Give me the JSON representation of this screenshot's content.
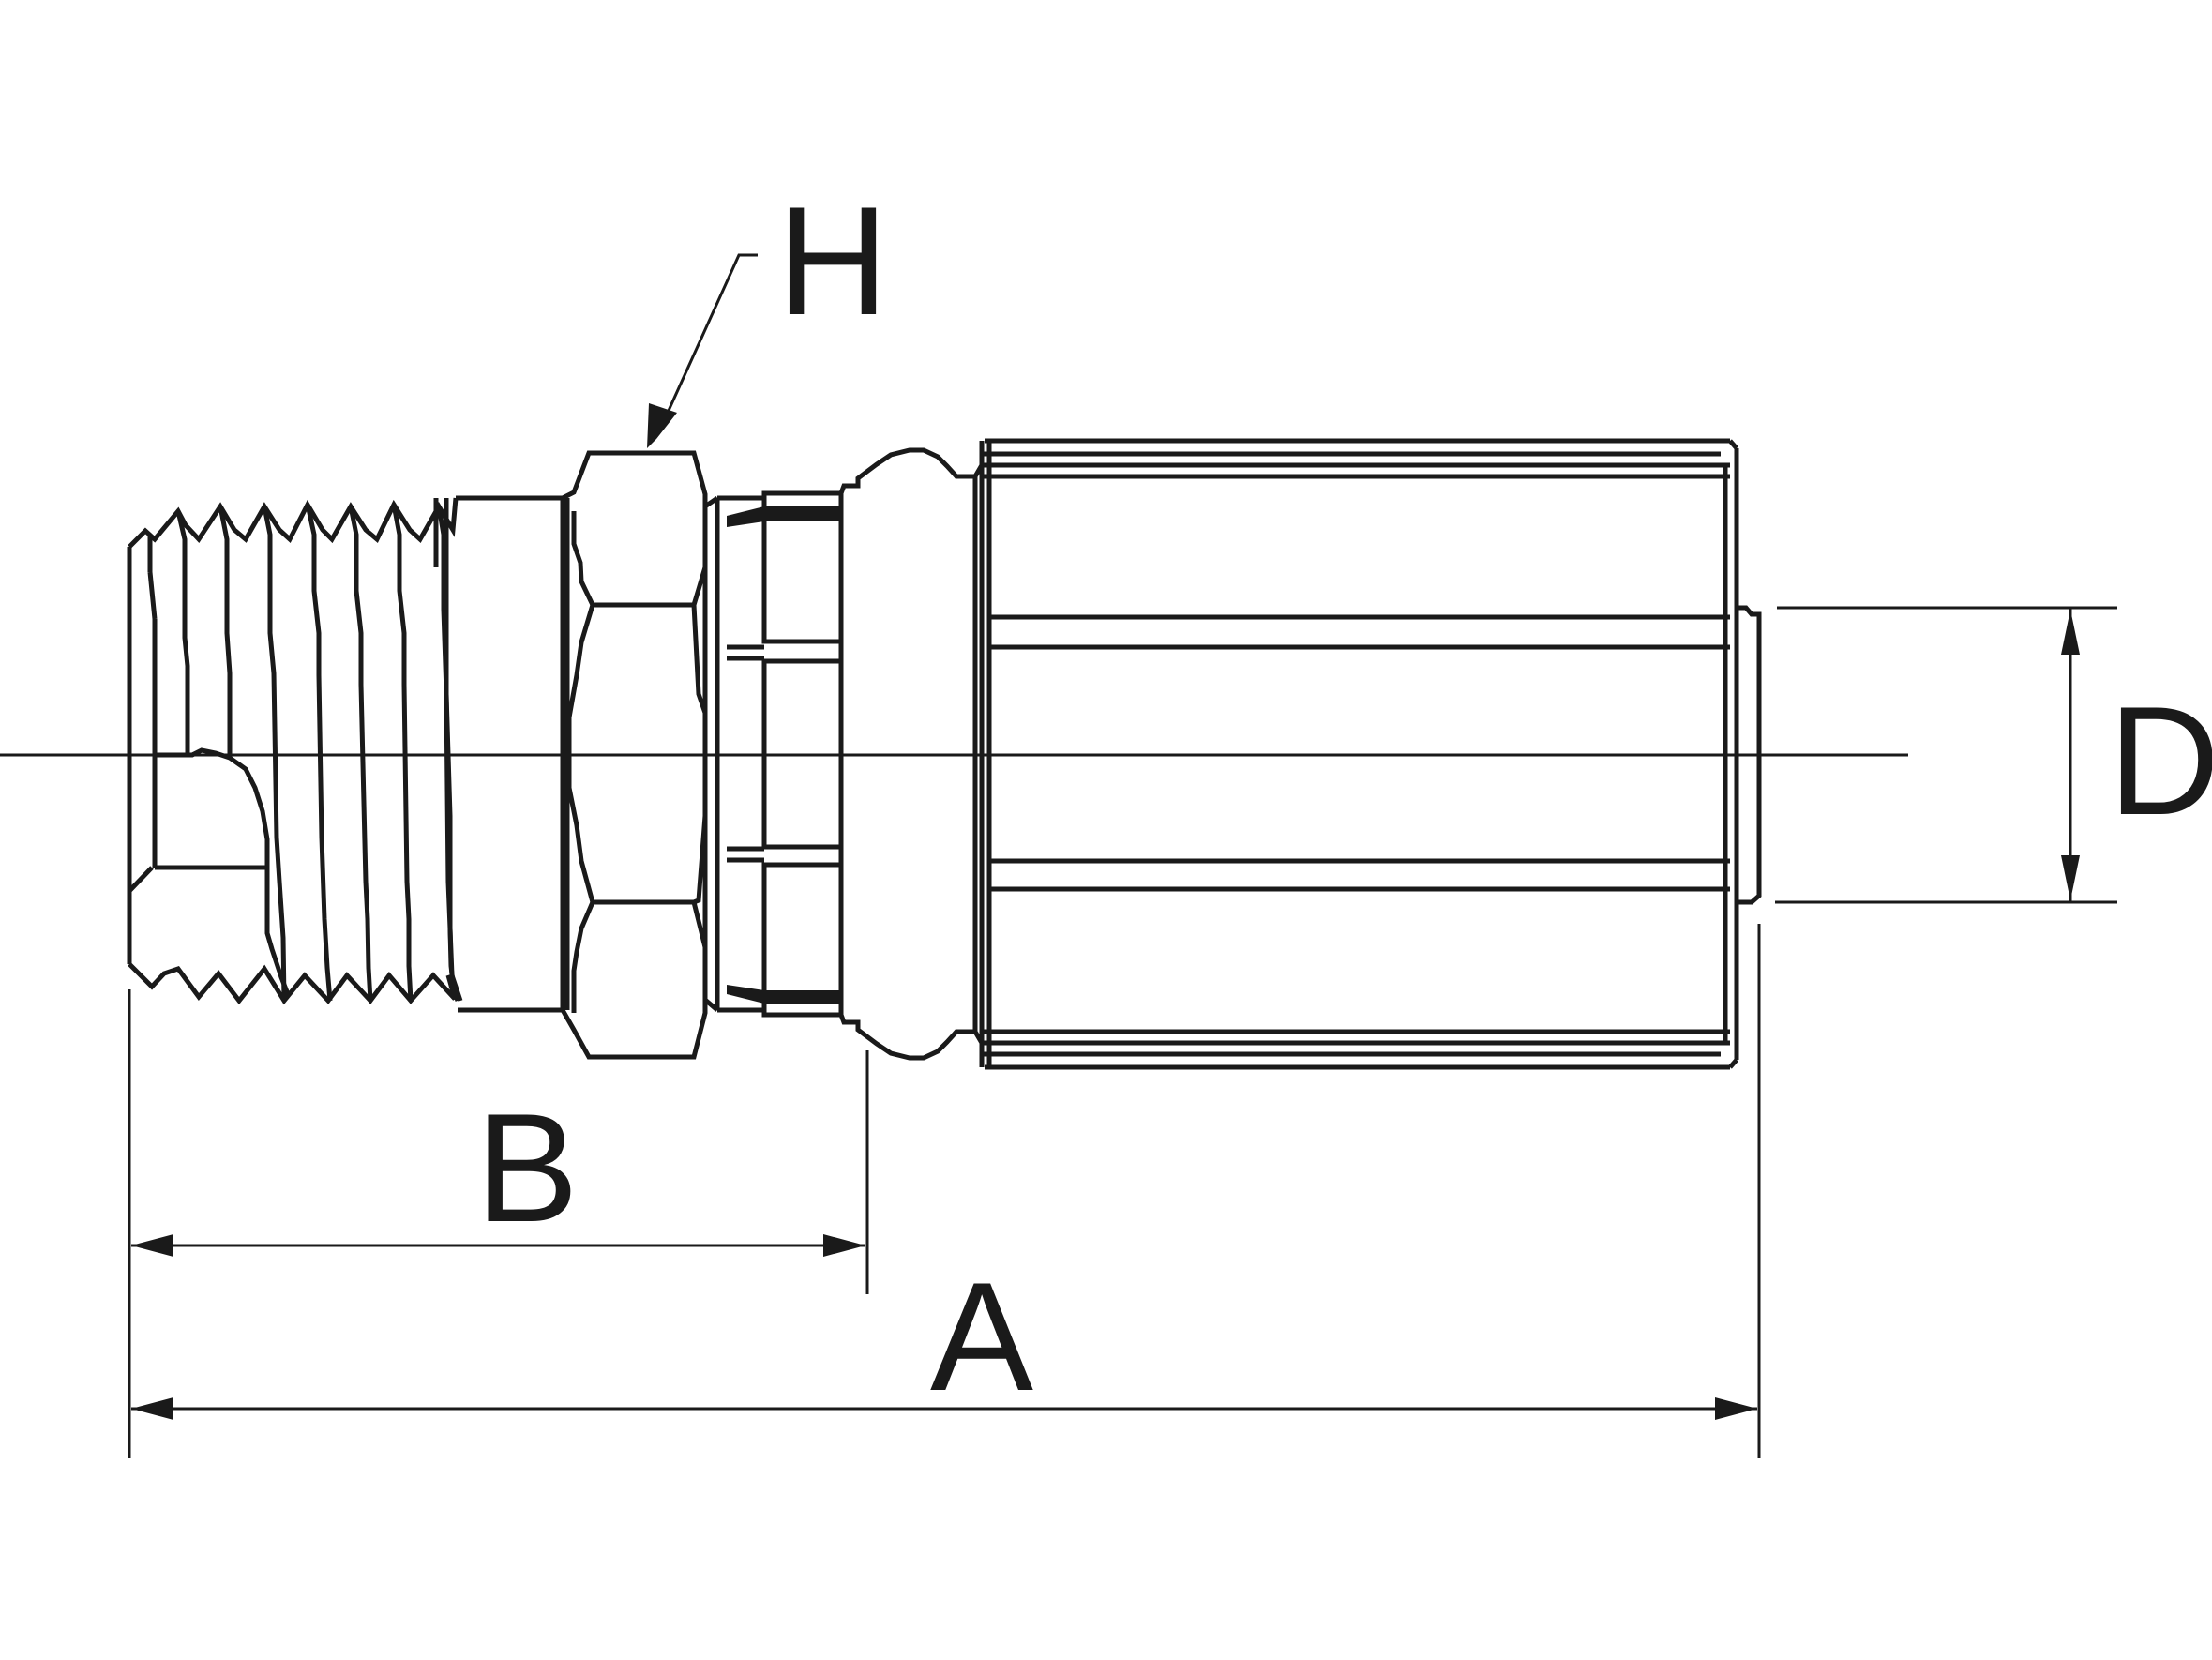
{
  "diagram": {
    "dimensions": {
      "a": "A",
      "b": "B",
      "d": "D",
      "h": "H"
    },
    "colors": {
      "line": "#1a1a1a",
      "background": "#ffffff"
    }
  }
}
